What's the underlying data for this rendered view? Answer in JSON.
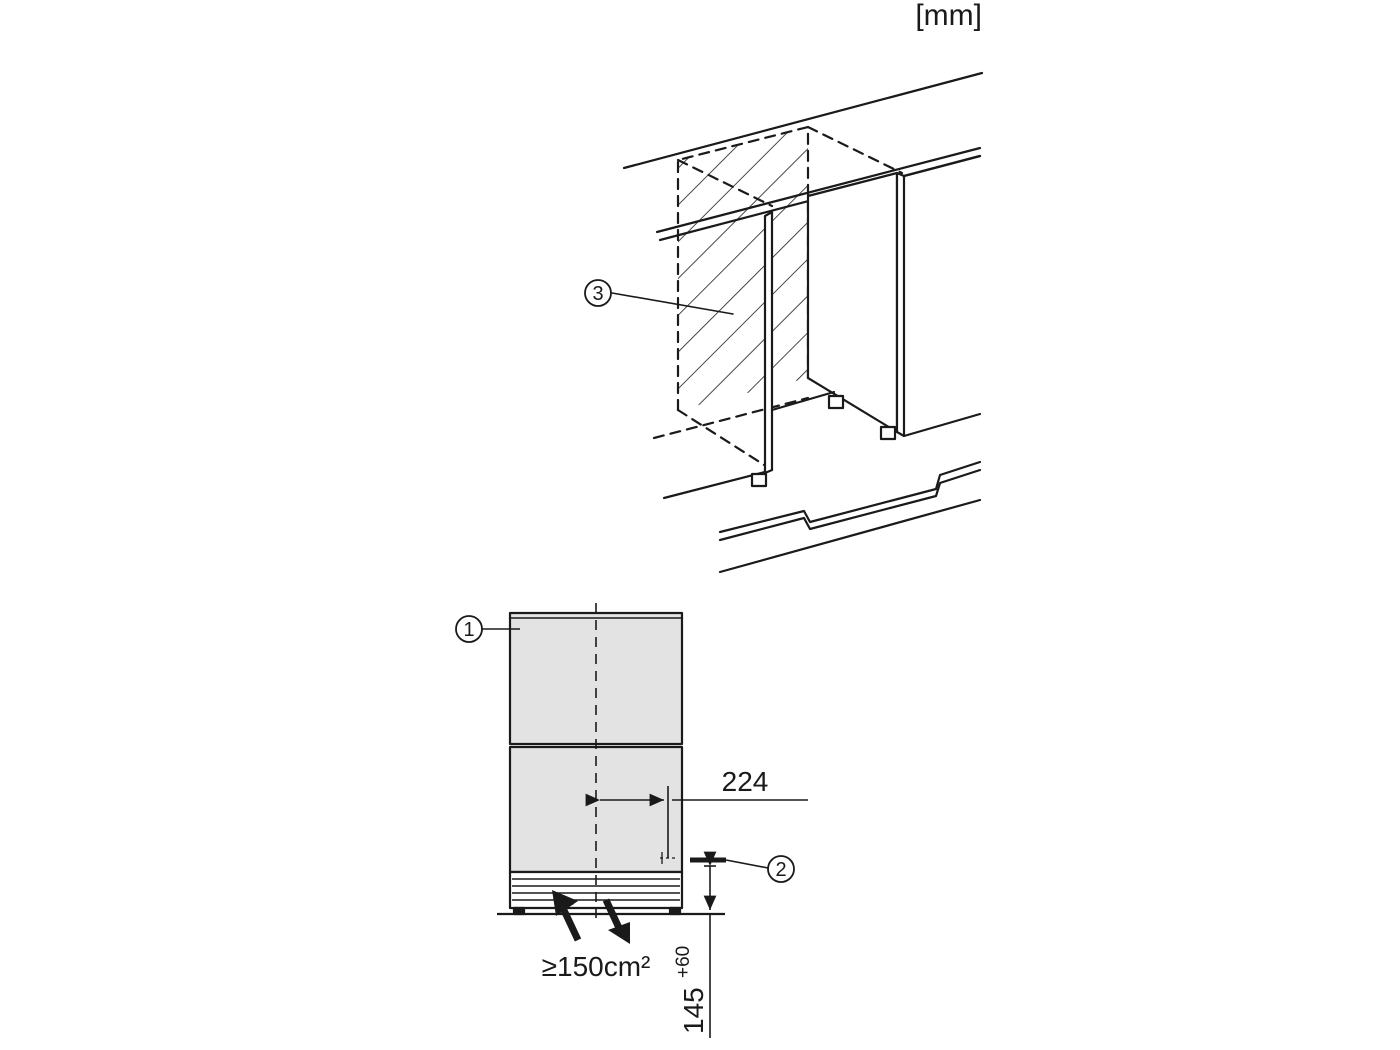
{
  "unit_label": "[mm]",
  "dimensions": {
    "offset": "224",
    "height": "145",
    "height_tolerance": "+60",
    "vent_area": "≥150cm²"
  },
  "callouts": [
    "1",
    "2",
    "3"
  ],
  "colors": {
    "line": "#1a1a1a",
    "appliance_fill": "#e3e3e3",
    "background": "#ffffff"
  }
}
